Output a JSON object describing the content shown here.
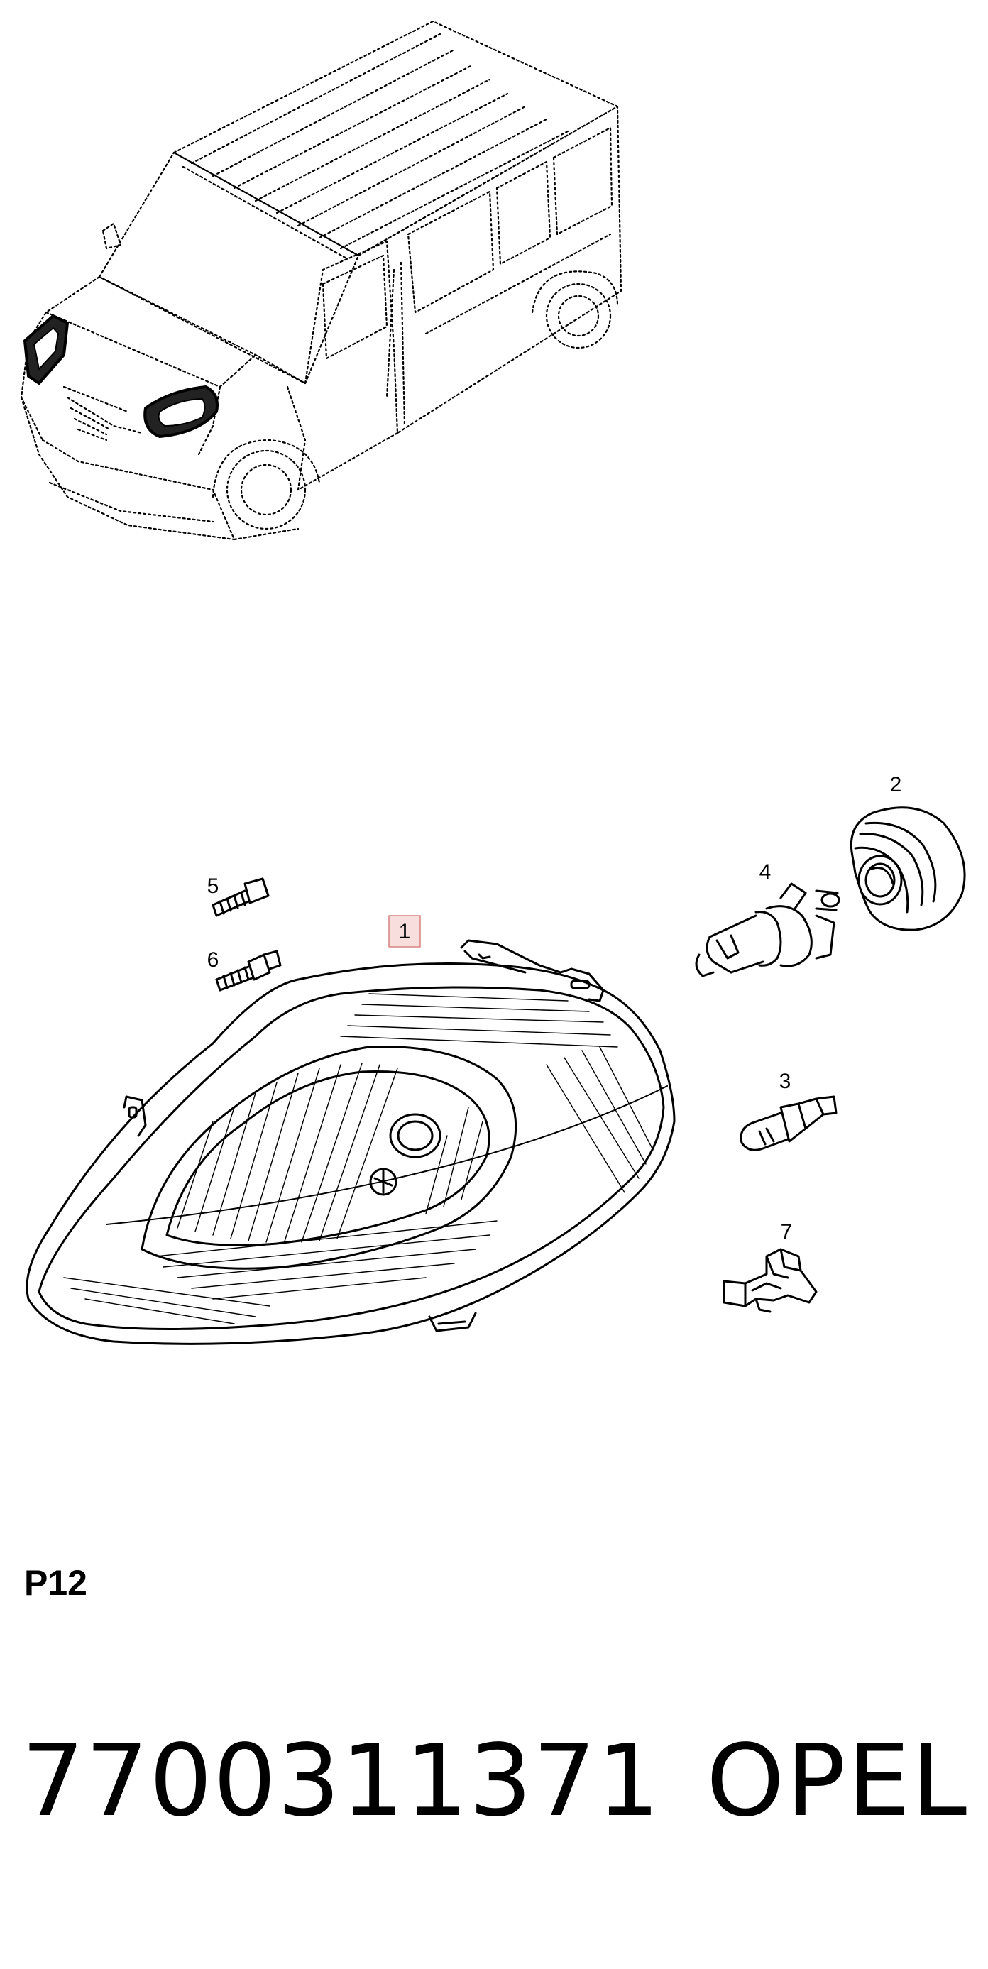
{
  "diagram": {
    "callouts": [
      {
        "id": "1",
        "label": "1",
        "highlighted": true
      },
      {
        "id": "2",
        "label": "2"
      },
      {
        "id": "3",
        "label": "3"
      },
      {
        "id": "4",
        "label": "4"
      },
      {
        "id": "5",
        "label": "5"
      },
      {
        "id": "6",
        "label": "6"
      },
      {
        "id": "7",
        "label": "7"
      }
    ],
    "highlight_color": "#f9dede",
    "highlight_border": "#d98080"
  },
  "sheet": {
    "code": "P12"
  },
  "footer": {
    "part_number": "7700311371",
    "brand": "OPEL"
  }
}
